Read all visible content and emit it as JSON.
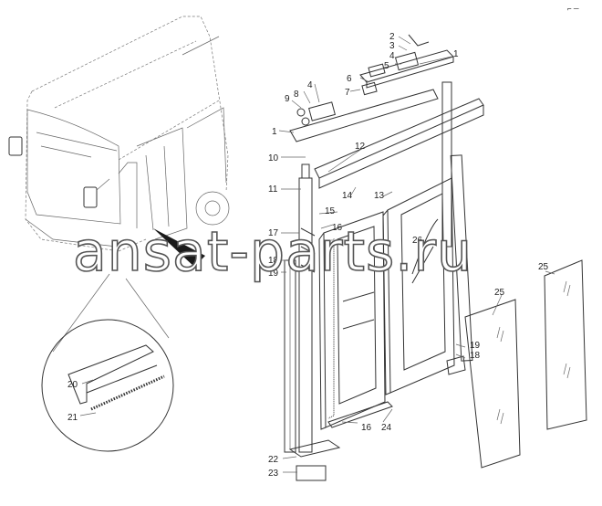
{
  "corner_mark": "⌐ ─",
  "watermark_text": "ansat-parts.ru",
  "callouts": {
    "c1a": "1",
    "c1b": "1",
    "c2": "2",
    "c3": "3",
    "c4a": "4",
    "c4b": "4",
    "c5": "5",
    "c6": "6",
    "c7": "7",
    "c8": "8",
    "c9": "9",
    "c10": "10",
    "c11": "11",
    "c12": "12",
    "c13": "13",
    "c14": "14",
    "c15": "15",
    "c16a": "16",
    "c16b": "16",
    "c17": "17",
    "c18a": "18",
    "c18b": "18",
    "c19a": "19",
    "c19b": "19",
    "c20": "20",
    "c21": "21",
    "c22": "22",
    "c23": "23",
    "c24": "24",
    "c25a": "25",
    "c25b": "25",
    "c26": "26"
  }
}
